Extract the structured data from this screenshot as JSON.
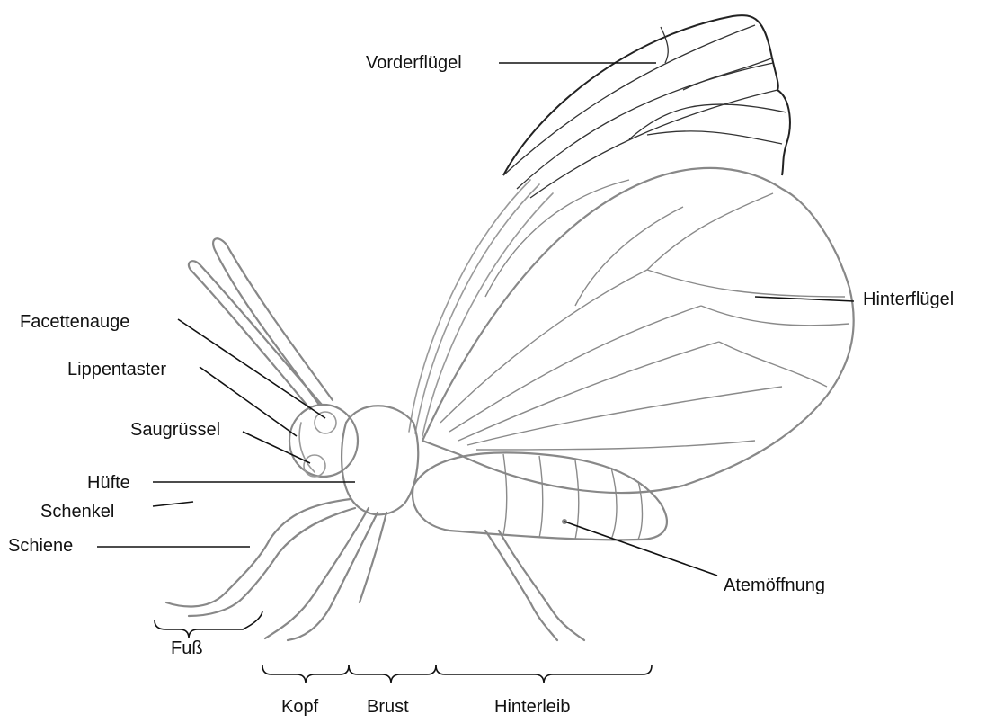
{
  "labels": {
    "vorderfluegel": "Vorderflügel",
    "hinterfluegel": "Hinterflügel",
    "facettenauge": "Facettenauge",
    "lippentaster": "Lippentaster",
    "saugruessel": "Saugrüssel",
    "huefte": "Hüfte",
    "schenkel": "Schenkel",
    "schiene": "Schiene",
    "atemoeffnung": "Atemöffnung",
    "fuss": "Fuß",
    "kopf": "Kopf",
    "brust": "Brust",
    "hinterleib": "Hinterleib"
  }
}
